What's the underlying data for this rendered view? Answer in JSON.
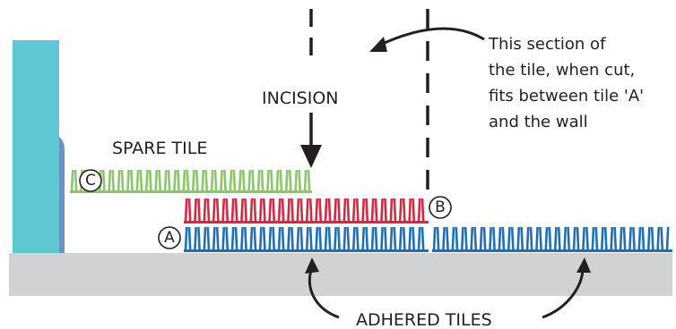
{
  "labels": {
    "spare_tile": "SPARE TILE",
    "incision": "INCISION",
    "adhered_tiles": "ADHERED TILES",
    "marker_a": "A",
    "marker_b": "B",
    "marker_c": "C"
  },
  "annotation": {
    "lines": [
      "This section of",
      "the tile, when cut,",
      "fits between tile 'A'",
      "and the wall"
    ]
  },
  "colors": {
    "wall": "#5fc6d3",
    "wall_edge": "#6a91c4",
    "floor": "#d1d2d4",
    "spare_tile": "#8cc56a",
    "tile_b": "#d22a45",
    "adhered_tiles": "#1f6fb8",
    "ink": "#231f20"
  }
}
